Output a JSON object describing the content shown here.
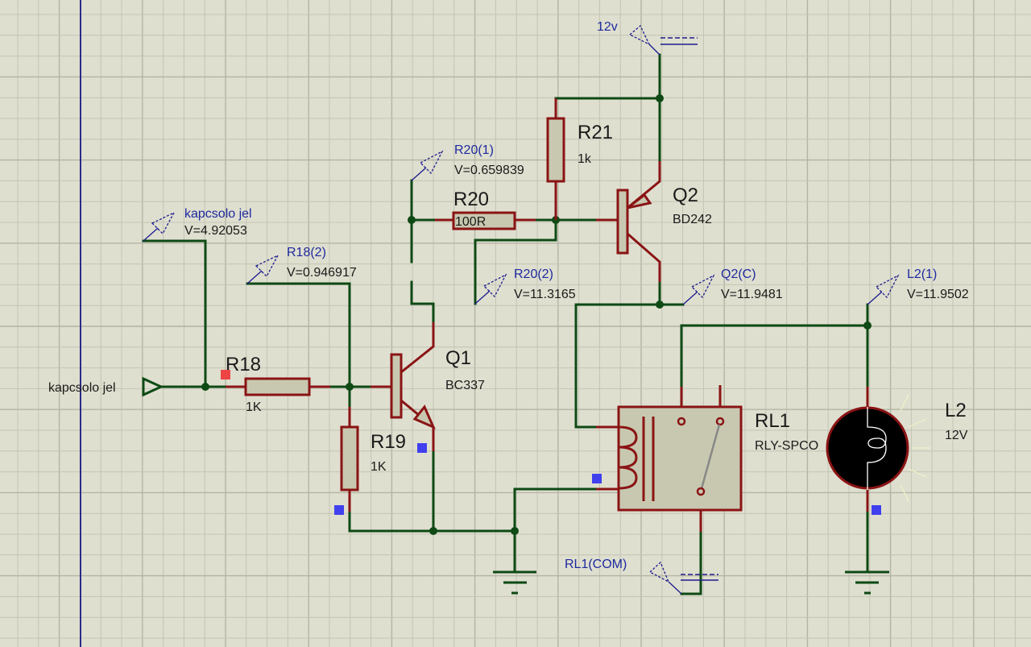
{
  "colors": {
    "background": "#dfdfd0",
    "wire": "#0e4a14",
    "component": "#8a1414",
    "probe": "#1e2a9e",
    "margin_line": "#2a2a8c"
  },
  "components": {
    "R18": {
      "ref": "R18",
      "value": "1K"
    },
    "R19": {
      "ref": "R19",
      "value": "1K"
    },
    "R20": {
      "ref": "R20",
      "value": "100R"
    },
    "R21": {
      "ref": "R21",
      "value": "1k"
    },
    "Q1": {
      "ref": "Q1",
      "value": "BC337"
    },
    "Q2": {
      "ref": "Q2",
      "value": "BD242"
    },
    "RL1": {
      "ref": "RL1",
      "value": "RLY-SPCO"
    },
    "L2": {
      "ref": "L2",
      "value": "12V"
    }
  },
  "terminals": {
    "input": {
      "label": "kapcsolo jel"
    },
    "power": {
      "label": "12v"
    },
    "rl1_com": {
      "label": "RL1(COM)"
    }
  },
  "probes": [
    {
      "name": "kapcsolo jel",
      "value": "V=4.92053"
    },
    {
      "name": "R18(2)",
      "value": "V=0.946917"
    },
    {
      "name": "R20(1)",
      "value": "V=0.659839"
    },
    {
      "name": "R20(2)",
      "value": "V=11.3165"
    },
    {
      "name": "Q2(C)",
      "value": "V=11.9481"
    },
    {
      "name": "L2(1)",
      "value": "V=11.9502"
    }
  ]
}
